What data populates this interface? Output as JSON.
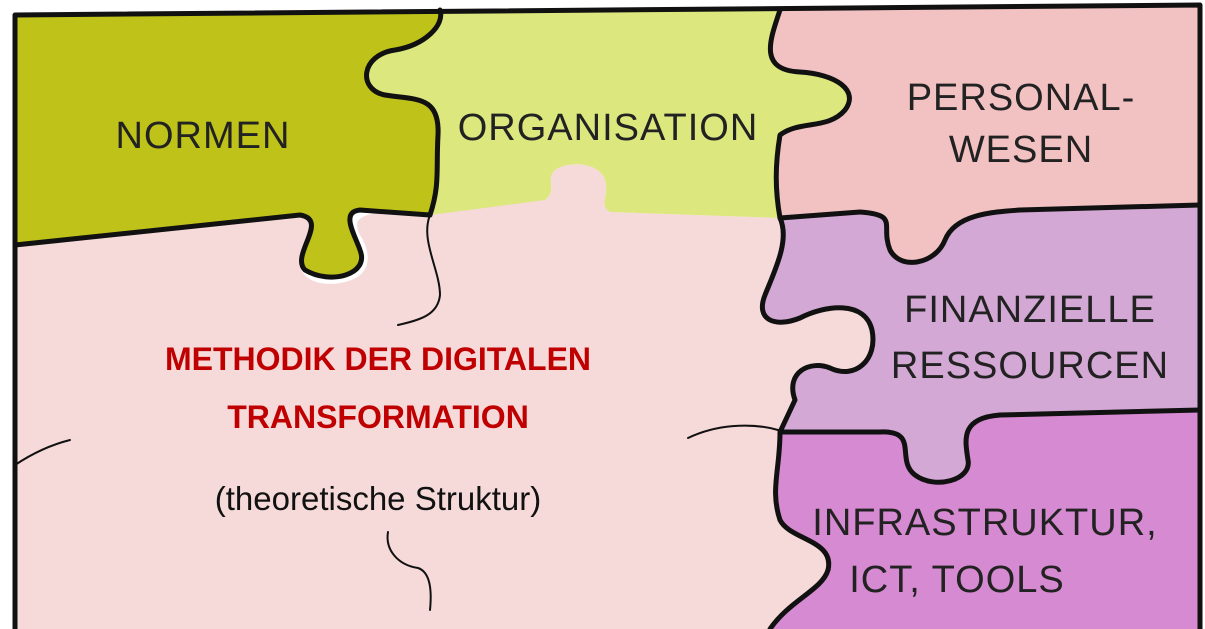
{
  "pieces": {
    "normen": {
      "label": "NORMEN",
      "color": "#bec219"
    },
    "organisation": {
      "label": "ORGANISATION",
      "color": "#dce77e"
    },
    "personalwesen": {
      "line1": "PERSONAL-",
      "line2": "WESEN",
      "color": "#f2c2c3"
    },
    "finanzielle": {
      "line1": "FINANZIELLE",
      "line2": "RESSOURCEN",
      "color": "#d3a8d4"
    },
    "infrastruktur": {
      "line1": "INFRASTRUKTUR,",
      "line2": "ICT, TOOLS",
      "color": "#d68ad1"
    },
    "methodik": {
      "line1": "METHODIK DER DIGITALEN",
      "line2": "TRANSFORMATION",
      "subtitle": "(theoretische Struktur)",
      "color": "#f6d9d9",
      "title_color": "#c00000"
    }
  }
}
